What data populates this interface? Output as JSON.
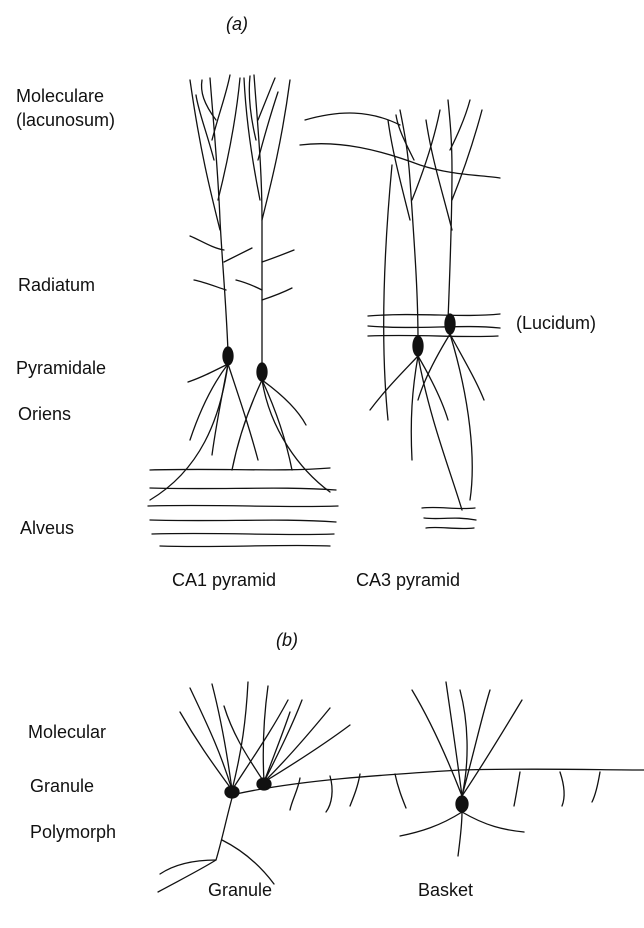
{
  "panel_a": {
    "label": "(a)",
    "layers": {
      "moleculare": "Moleculare",
      "lacunosum": "(lacunosum)",
      "radiatum": "Radiatum",
      "pyramidale": "Pyramidale",
      "oriens": "Oriens",
      "alveus": "Alveus",
      "lucidum": "(Lucidum)"
    },
    "cells": {
      "ca1": "CA1 pyramid",
      "ca3": "CA3 pyramid"
    }
  },
  "panel_b": {
    "label": "(b)",
    "layers": {
      "molecular": "Molecular",
      "granule": "Granule",
      "polymorph": "Polymorph"
    },
    "cells": {
      "granule": "Granule",
      "basket": "Basket"
    }
  }
}
